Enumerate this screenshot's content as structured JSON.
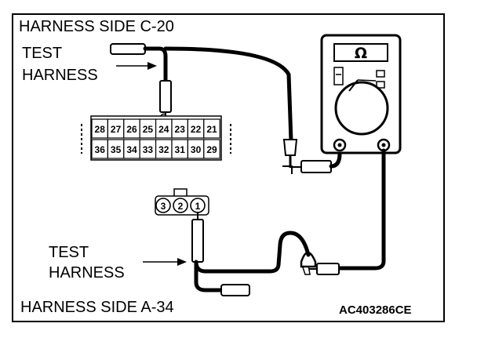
{
  "labels": {
    "harness_c": "HARNESS SIDE C-20",
    "harness_a": "HARNESS SIDE A-34",
    "test_harness_top_1": "TEST",
    "test_harness_top_2": "HARNESS",
    "test_harness_bottom_1": "TEST",
    "test_harness_bottom_2": "HARNESS",
    "figure_code": "AC403286CE"
  },
  "meter": {
    "symbol": "Ω"
  },
  "connector_c20": {
    "top_row": [
      "28",
      "27",
      "26",
      "25",
      "24",
      "23",
      "22",
      "21"
    ],
    "bottom_row": [
      "36",
      "35",
      "34",
      "33",
      "32",
      "31",
      "30",
      "29"
    ]
  },
  "connector_a34": {
    "pins": [
      "3",
      "2",
      "1"
    ]
  }
}
